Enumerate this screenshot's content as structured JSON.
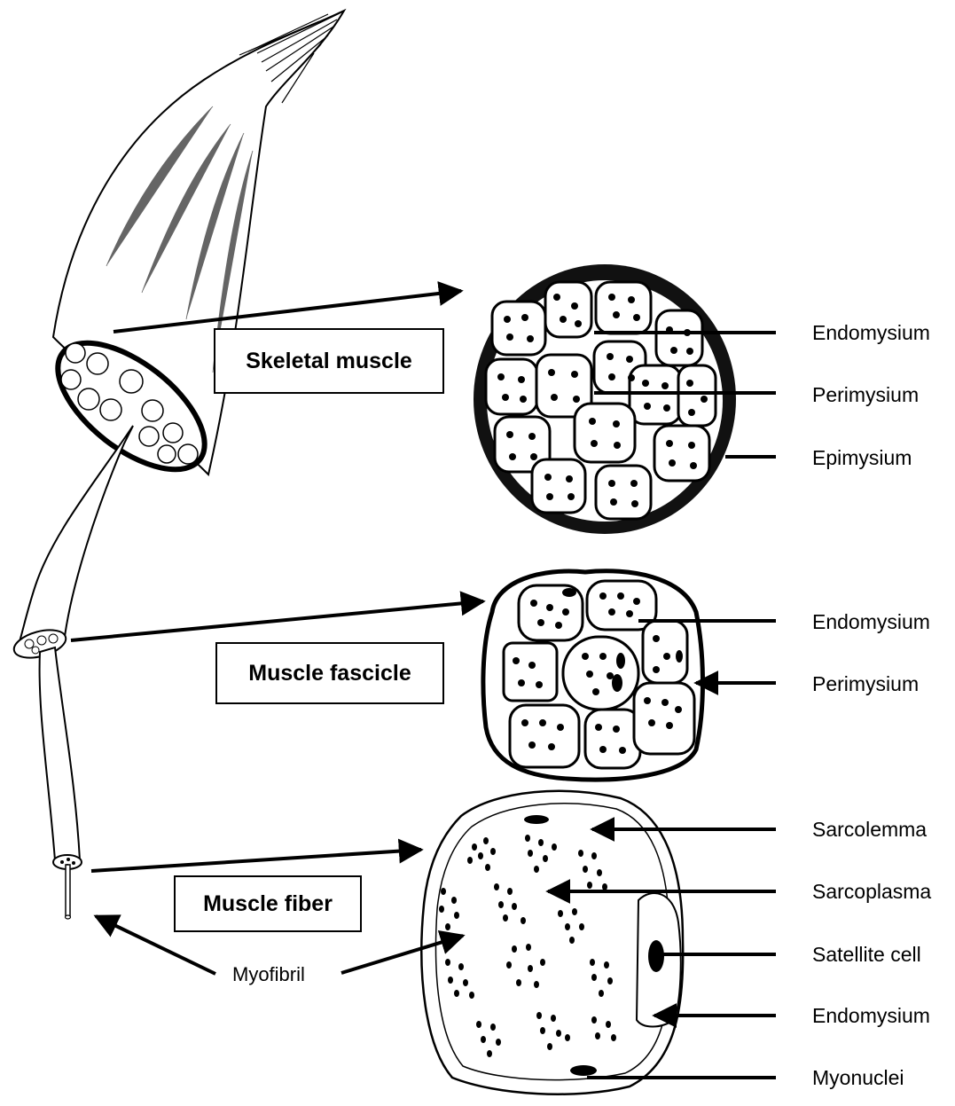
{
  "boxes": {
    "skeletal_muscle": "Skeletal muscle",
    "muscle_fascicle": "Muscle fascicle",
    "muscle_fiber": "Muscle fiber"
  },
  "labels": {
    "muscle": [
      "Endomysium",
      "Perimysium",
      "Epimysium"
    ],
    "fascicle": [
      "Endomysium",
      "Perimysium"
    ],
    "fiber": [
      "Sarcolemma",
      "Sarcoplasma",
      "Satellite cell",
      "Endomysium",
      "Myonuclei"
    ],
    "myofibril": "Myofibril"
  }
}
